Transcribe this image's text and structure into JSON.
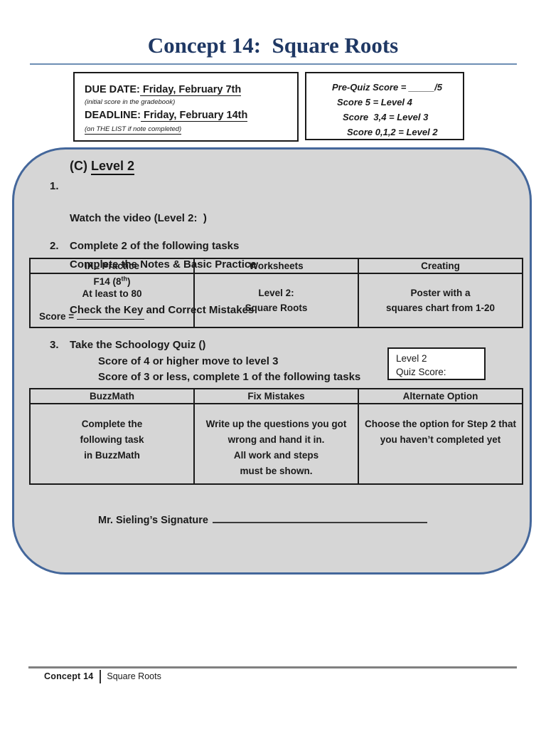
{
  "title": "Concept 14:  Square Roots",
  "due_box": {
    "due_label": "DUE DATE:",
    "due_value": " Friday, February 7th",
    "due_note": "(initial score in the gradebook)",
    "deadline_label": "DEADLINE:",
    "deadline_value": " Friday, February 14th",
    "deadline_note": "(on THE LIST if note completed)"
  },
  "prequiz_box": {
    "lines": [
      "Pre-Quiz Score = _____/5",
      "Score 5 = Level 4",
      "Score  3,4 = Level 3",
      "Score 0,1,2 = Level 2"
    ]
  },
  "level_card": {
    "heading_prefix": "(C)",
    "heading_level": "Level 2",
    "step1_number": "1.",
    "step1_lines": [
      "Watch the video (Level 2:  )",
      "Complete the Notes & Basic Practice",
      "Check the Key and Correct Mistakes"
    ],
    "step2_number": "2.",
    "step2_text": "Complete 2 of the following tasks",
    "table1": {
      "headers": [
        "IXL Practice",
        "Worksheets",
        "Creating"
      ],
      "ixl_line1_pre": "F14 (8",
      "ixl_line1_sup": "th",
      "ixl_line1_post": ")",
      "ixl_line2": "At least to 80",
      "ixl_score_label": "Score =",
      "worksheets_lines": [
        "Level 2:",
        "Square Roots"
      ],
      "creating_lines": [
        "Poster with a",
        "squares chart from 1-20"
      ]
    },
    "step3_number": "3.",
    "step3_text": "Take the Schoology Quiz ()",
    "step3_sub1": "Score of 4 or higher move to level 3",
    "step3_sub2": "Score of 3 or less, complete 1 of the following tasks",
    "quiz_box_lines": [
      "Level 2",
      "Quiz Score:"
    ],
    "table2": {
      "headers": [
        "BuzzMath",
        "Fix Mistakes",
        "Alternate Option"
      ],
      "buzzmath_lines": [
        "Complete the",
        "following task",
        "in BuzzMath"
      ],
      "fix_lines": [
        "Write up the questions you got",
        "wrong and hand it in.",
        "All work and steps",
        "must be shown."
      ],
      "alternate_lines": [
        "Choose the option for Step 2 that",
        "you haven’t completed yet"
      ]
    },
    "signature_label": "Mr. Sieling’s Signature"
  },
  "footer": {
    "concept": "Concept 14",
    "topic": "Square Roots"
  },
  "colors": {
    "title_navy": "#1F3864",
    "title_rule": "#6D8EB4",
    "card_border": "#44679B",
    "card_fill": "#D6D6D6",
    "table_border": "#1A1A1A",
    "footer_rule": "#808080"
  }
}
